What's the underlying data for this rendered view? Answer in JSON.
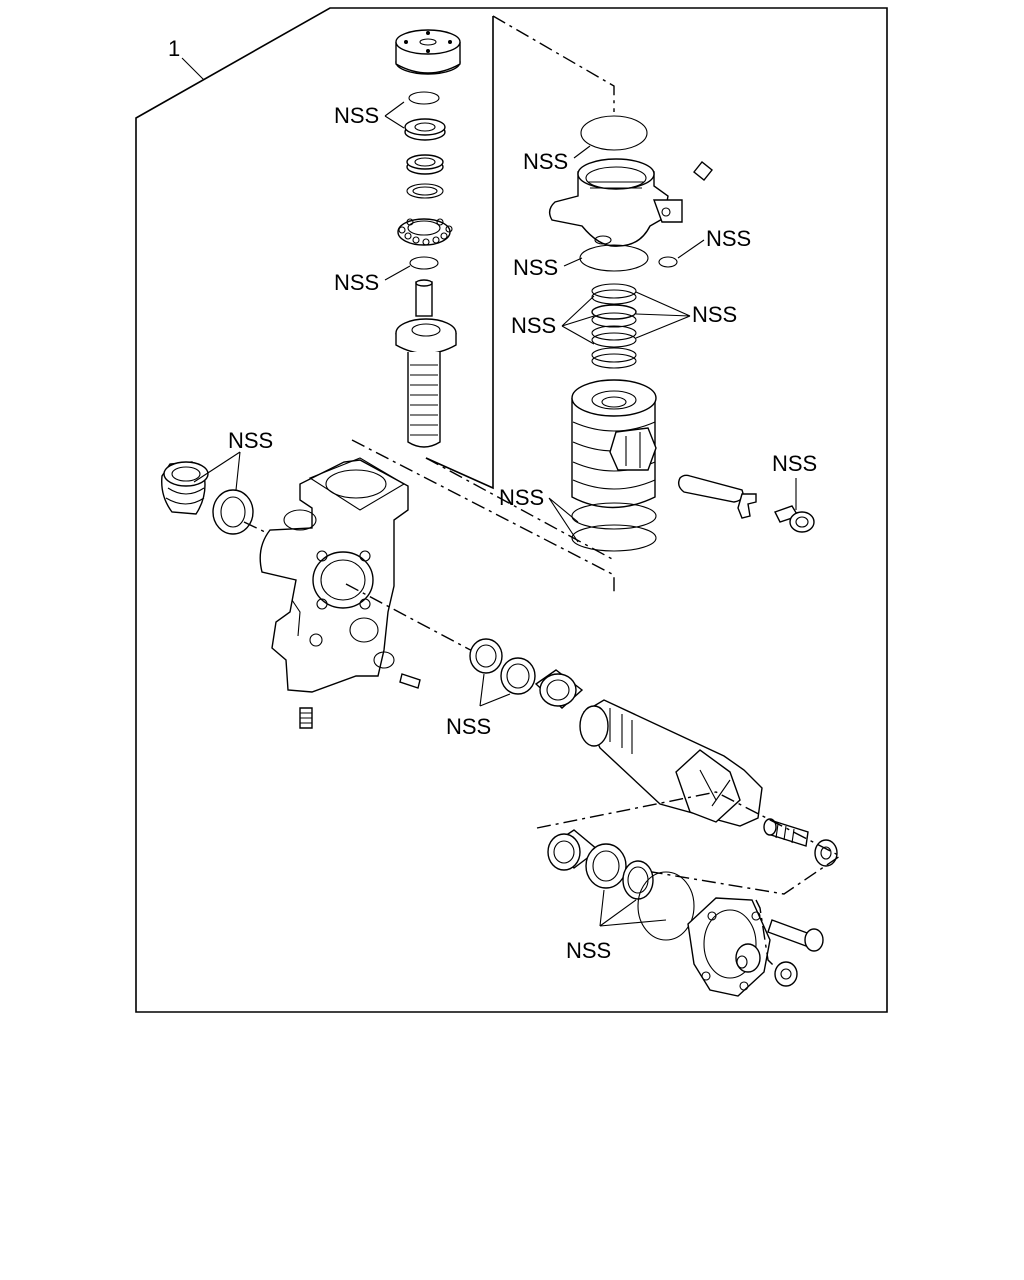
{
  "diagram": {
    "item_number": "1",
    "callouts": [
      {
        "id": "nss-top-seals",
        "text": "NSS"
      },
      {
        "id": "nss-top-oring",
        "text": "NSS"
      },
      {
        "id": "nss-housing-oring",
        "text": "NSS"
      },
      {
        "id": "nss-housing-lower",
        "text": "NSS"
      },
      {
        "id": "nss-small-oring",
        "text": "NSS"
      },
      {
        "id": "nss-piston-rings-left",
        "text": "NSS"
      },
      {
        "id": "nss-piston-rings-right",
        "text": "NSS"
      },
      {
        "id": "nss-piston-lower",
        "text": "NSS"
      },
      {
        "id": "nss-bolt",
        "text": "NSS"
      },
      {
        "id": "nss-side-seals",
        "text": "NSS"
      },
      {
        "id": "nss-sector-seals",
        "text": "NSS"
      },
      {
        "id": "nss-cover-seals",
        "text": "NSS"
      }
    ]
  }
}
